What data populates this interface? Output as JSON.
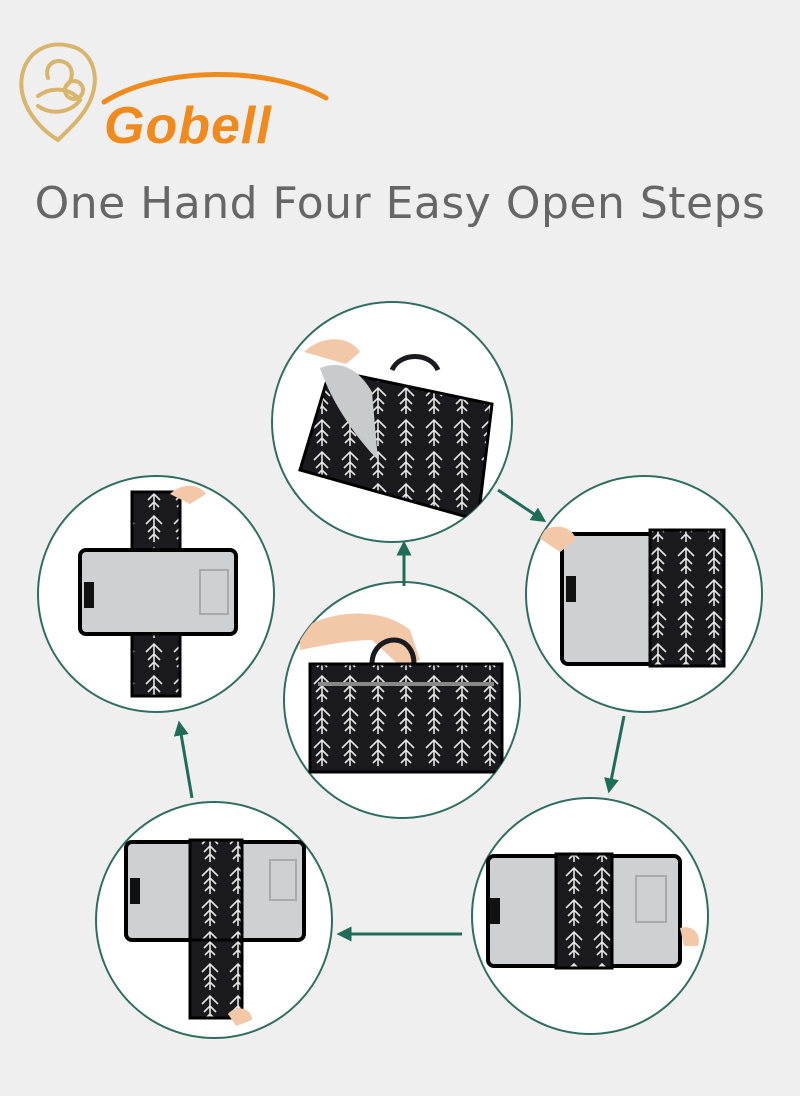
{
  "brand": {
    "name": "Gobell",
    "logo_icon": "mother-and-baby-icon",
    "text_color": "#f08a1c",
    "logo_color": "#d9b56c"
  },
  "headline": "One Hand Four Easy Open Steps",
  "steps": [
    {
      "name": "folded-pad-carried-by-handle"
    },
    {
      "name": "top-flap-lifted"
    },
    {
      "name": "side-panel-opened"
    },
    {
      "name": "pad-unfolded"
    },
    {
      "name": "bottom-flap-unfolded"
    },
    {
      "name": "fully-open-changing-mat"
    }
  ],
  "colors": {
    "circle_stroke": "#2f6e5e",
    "arrow": "#1f6c57",
    "pad_pattern": "#1b1b1f",
    "pad_lining": "#cfd0d2",
    "background": "#efefef",
    "headline": "#666666"
  }
}
